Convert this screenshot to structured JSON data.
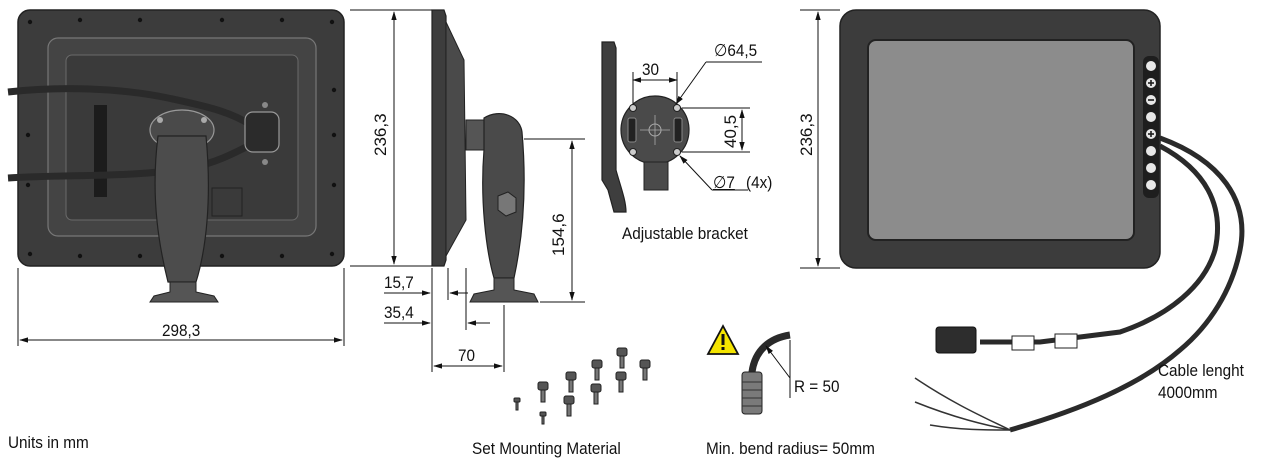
{
  "dimensions": {
    "back_width": "298,3",
    "back_height": "236,3",
    "side_height": "154,6",
    "depth_1": "15,7",
    "depth_2": "35,4",
    "depth_3": "70",
    "bracket_diameter": "∅64,5",
    "bracket_spacing_h": "30",
    "bracket_spacing_v": "40,5",
    "bracket_holes": "∅7",
    "bracket_holes_count": "(4x)",
    "front_height": "236,3",
    "bend_radius_marker": "R = 50"
  },
  "labels": {
    "adjustable_bracket": "Adjustable bracket",
    "set_mounting_material": "Set Mounting Material",
    "min_bend_radius": "Min. bend radius= 50mm",
    "cable_length_line1": "Cable lenght",
    "cable_length_line2": "4000mm",
    "units": "Units in mm"
  },
  "icons": {
    "warning": "warning-triangle-icon",
    "front_buttons": [
      "brightness-icon",
      "plus-icon",
      "minus-icon",
      "menu-icon",
      "plus-icon",
      "power-icon",
      "settings-icon",
      "lock-icon"
    ]
  },
  "colors": {
    "device_dark": "#3a3a3a",
    "device_frame": "#555555",
    "screen_gray": "#8c8c8c",
    "warning_yellow": "#f4e400",
    "line": "#111111"
  }
}
